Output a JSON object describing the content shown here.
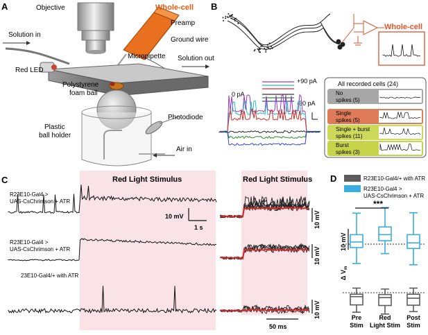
{
  "panels": {
    "a": "A",
    "b": "B",
    "c": "C",
    "d": "D"
  },
  "rig": {
    "objective": "Objective",
    "whole_cell": "Whole-cell",
    "preamp": "Preamp",
    "ground_wire": "Ground wire",
    "solution_in": "Solution in",
    "micropipette": "Micropipette",
    "solution_out": "Solution out",
    "red_led": "Red LED",
    "ball_line1": "Polystyrene",
    "ball_line2": "foam ball",
    "holder_line1": "Plastic",
    "holder_line2": "ball holder",
    "photodiode": "Photodiode",
    "air_in": "Air in"
  },
  "neuron": {
    "whole_cell": "Whole-cell"
  },
  "current_steps": {
    "top": "+90 pA",
    "zero": "0 pA",
    "bottom": "-30 pA"
  },
  "cell_classes": {
    "title": "All recorded cells (24)",
    "rows": [
      {
        "label_line1": "No",
        "label_line2": "spikes (5)",
        "color": "#a7a7a7"
      },
      {
        "label_line1": "Single",
        "label_line2": "spikes (5)",
        "color": "#e07b59"
      },
      {
        "label_line1": "Single + burst",
        "label_line2": "spikes (11)",
        "color": "#cdd95a"
      },
      {
        "label_line1": "Burst",
        "label_line2": "spikes (3)",
        "color": "#c7d44a"
      }
    ]
  },
  "traces_c": {
    "stimulus": "Red Light Stimulus",
    "stimulus_right": "Red Light Stimulus",
    "row1_line1": "R23E10-Gal4 >",
    "row1_line2": "UAS-CsChrimson + ATR",
    "row2_line1": "R23E10-Gal4 >",
    "row2_line2": "UAS-CsChrimson + ATR",
    "row3": "23E10-Gal4/+ with ATR",
    "scale_mv": "10 mV",
    "scale_s": "1 s",
    "right_mv1": "10 mV",
    "right_mv2": "10 mV",
    "right_mv3": "10 mV",
    "scale_ms": "50 ms"
  },
  "chart_data": {
    "type": "box",
    "legend": [
      {
        "label": "R23E10-Gal4/+ with ATR",
        "color": "#5c5c5c"
      },
      {
        "label_line1": "R23E10-Gal4 >",
        "label_line2": "UAS-CsChrimson + ATR",
        "color": "#3aaee3"
      }
    ],
    "categories": [
      {
        "line1": "Pre",
        "line2": "Stim"
      },
      {
        "line1": "Red",
        "line2": "Light Stim"
      },
      {
        "line1": "Post",
        "line2": "Stim"
      }
    ],
    "significance": "***",
    "scale_label": "10 mV",
    "ylabel_main": "Δ V",
    "ylabel_sub": "m",
    "series": [
      {
        "name": "R23E10-Gal4 > UAS-CsChrimson + ATR",
        "color": "#3aaee3",
        "boxes": [
          {
            "min": -4.5,
            "q1": -0.8,
            "median": 0.5,
            "q3": 2.2,
            "max": 7.2
          },
          {
            "min": -2.2,
            "q1": 0.8,
            "median": 2.2,
            "q3": 4.0,
            "max": 8.5
          },
          {
            "min": -4.8,
            "q1": -1.0,
            "median": 0.3,
            "q3": 2.2,
            "max": 7.3
          }
        ]
      },
      {
        "name": "R23E10-Gal4/+ with ATR",
        "color": "#5c5c5c",
        "boxes": [
          {
            "min": -6.4,
            "q1": -4.0,
            "median": -1.3,
            "q3": -0.5,
            "max": 1.5
          },
          {
            "min": -7.0,
            "q1": -4.2,
            "median": -1.6,
            "q3": -0.6,
            "max": 1.2
          },
          {
            "min": -6.2,
            "q1": -4.1,
            "median": -1.8,
            "q3": -0.5,
            "max": 1.5
          }
        ]
      }
    ]
  }
}
